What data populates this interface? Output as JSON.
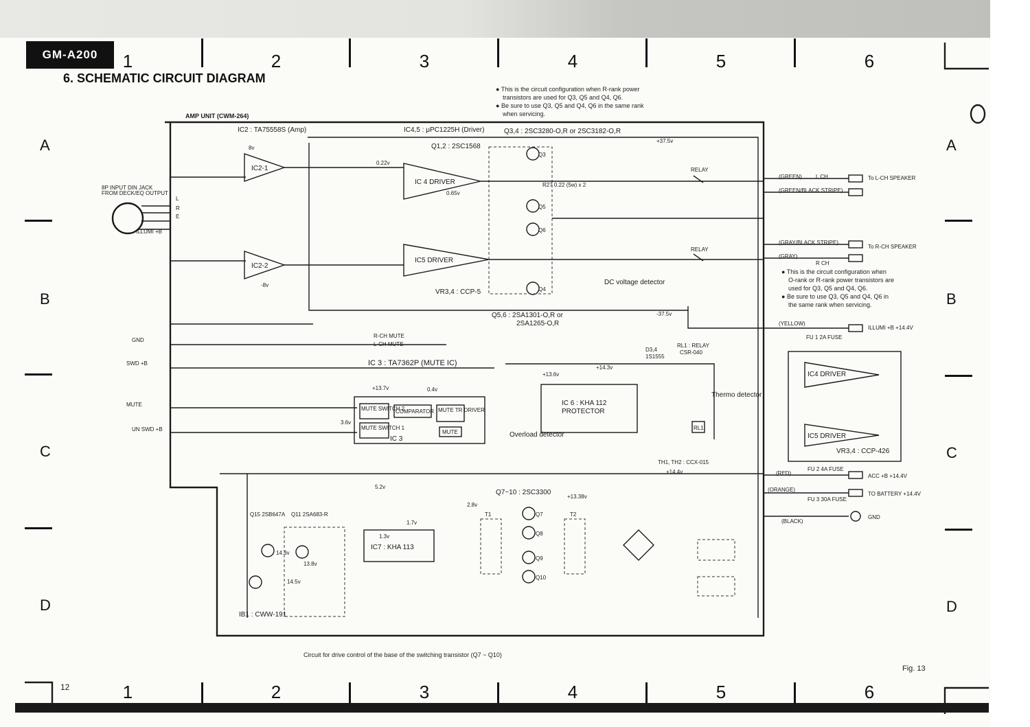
{
  "model": "GM-A200",
  "title": "6. SCHEMATIC CIRCUIT DIAGRAM",
  "columns": [
    "1",
    "2",
    "3",
    "4",
    "5",
    "6"
  ],
  "rows": [
    "A",
    "B",
    "C",
    "D"
  ],
  "page_number": "12",
  "figure": "Fig. 13",
  "amp_unit": "AMP UNIT   (CWM-264)",
  "notes_top": [
    "This is the circuit configuration when R-rank power",
    "transistors are used for Q3, Q5 and Q4, Q6.",
    "Be sure to use Q3, Q5 and Q4, Q6 in the same rank",
    "when servicing."
  ],
  "notes_right": [
    "This is the circuit configuration when",
    "O-rank or R-rank power transistors are",
    "used for Q3, Q5 and Q4, Q6.",
    "Be sure to use Q3, Q5 and Q4, Q6 in",
    "the same rank when servicing."
  ],
  "caption": "Circuit for drive control of the base of the switching transistor (Q7 ~ Q10)",
  "ic_labels": {
    "ic2": "IC2 : TA75558S (Amp)",
    "ic45": "IC4,5 : μPC1225H (Driver)",
    "q34": "Q3,4 : 2SC3280-O,R or 2SC3182-O,R",
    "q12": "Q1,2 : 2SC1568",
    "ic3": "IC 3 : TA7362P (MUTE IC)",
    "q56": "Q5,6 : 2SA1301-O,R or",
    "q56b": "2SA1265-O,R",
    "q710": "Q7~10 : 2SC3300",
    "vr34": "VR3,4 : CCP-5",
    "vr34b": "VR3,4 : CCP-426",
    "rl1": "RL1 : RELAY",
    "rl1b": "CSR-040",
    "d34": "D3,4",
    "d34b": "1S1555",
    "ib1": "IB1 : CWW-191",
    "thm": "TH1, TH2 : CCX-015"
  },
  "blocks": {
    "ic21": "IC2-1",
    "ic22": "IC2-2",
    "ic4": "IC 4  DRIVER",
    "ic5": "IC5  DRIVER",
    "ic6a": "IC 6 : KHA 112",
    "ic6b": "PROTECTOR",
    "ic7a": "IC7 : KHA 113",
    "mute2": "MUTE SWITCH 2",
    "mute1": "MUTE SWITCH 1",
    "comp": "COMPARATOR",
    "mutetr": "MUTE TR DRIVER",
    "mute": "MUTE",
    "ic3": "IC 3",
    "ic4b": "IC4  DRIVER",
    "ic5b": "IC5  DRIVER"
  },
  "connectors_left": [
    "8P INPUT DIN JACK",
    "FROM DECK/EQ OUTPUT",
    "ILLUMI +B",
    "GND",
    "SWD +B",
    "MUTE",
    "UN SWD +B",
    "L",
    "R",
    "E"
  ],
  "outputs_right": [
    {
      "wire": "(GREEN)",
      "label": "L CH",
      "dest": "To L-CH SPEAKER"
    },
    {
      "wire": "(GREEN/BLACK STRIPE)",
      "label": "",
      "dest": ""
    },
    {
      "wire": "(GRAY/BLACK STRIPE)",
      "label": "",
      "dest": "To R-CH SPEAKER"
    },
    {
      "wire": "(GRAY)",
      "label": "R CH",
      "dest": ""
    },
    {
      "wire": "(YELLOW)",
      "label": "FU 1 2A FUSE",
      "dest": "ILLUMI +B +14.4V"
    },
    {
      "wire": "(RED)",
      "label": "FU 2 4A FUSE",
      "dest": "ACC +B +14.4V"
    },
    {
      "wire": "(ORANGE)",
      "label": "FU 3 30A FUSE",
      "dest": "TO BATTERY +14.4V"
    },
    {
      "wire": "(BLACK)",
      "label": "",
      "dest": "GND"
    }
  ],
  "relay_label": "RELAY",
  "voltages": [
    "+37.5v",
    "-37.5v",
    "+13.6v",
    "+14.3v",
    "+14.4v",
    "+13.38v",
    "+13.7v",
    "0.4v",
    "5.2v",
    "2.8v",
    "0.22v",
    "8v",
    "-8v",
    "3.6v",
    "0.65v",
    "14.3v",
    "13.8v",
    "14.5v",
    "1.3v",
    "1.7v"
  ],
  "labels_misc": {
    "dc": "DC voltage detector",
    "overload": "Overload detector",
    "thermo": "Thermo detector",
    "rch_mute": "R-CH MUTE",
    "lch_mute": "L-CH MUTE",
    "q15": "Q15 2SB647A",
    "q11": "Q11 2SA683-R",
    "r27": "R27 0.22 (5w) x 2"
  }
}
